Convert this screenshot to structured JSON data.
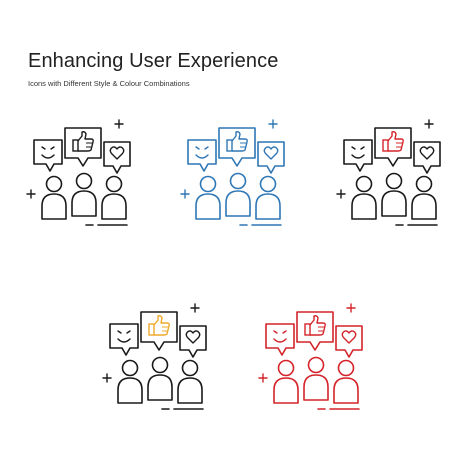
{
  "header": {
    "title": "Enhancing User Experience",
    "subtitle": "Icons with Different Style & Colour Combinations"
  },
  "icons": [
    {
      "style": "black",
      "line": "#1a1a1a",
      "thumb": "#1a1a1a",
      "heart": "#1a1a1a",
      "emoji": "#1a1a1a",
      "accent": "#1a1a1a"
    },
    {
      "style": "blue",
      "line": "#2f77b5",
      "thumb": "#2f77b5",
      "heart": "#2f77b5",
      "emoji": "#2f77b5",
      "accent": "#2f77b5"
    },
    {
      "style": "black-red",
      "line": "#1a1a1a",
      "thumb": "#d4242a",
      "heart": "#1a1a1a",
      "emoji": "#1a1a1a",
      "accent": "#1a1a1a"
    },
    {
      "style": "black-orange",
      "line": "#1a1a1a",
      "thumb": "#f0a92a",
      "heart": "#1a1a1a",
      "emoji": "#1a1a1a",
      "accent": "#1a1a1a"
    },
    {
      "style": "red",
      "line": "#d4242a",
      "thumb": "#d4242a",
      "heart": "#d4242a",
      "emoji": "#d4242a",
      "accent": "#d4242a"
    }
  ]
}
